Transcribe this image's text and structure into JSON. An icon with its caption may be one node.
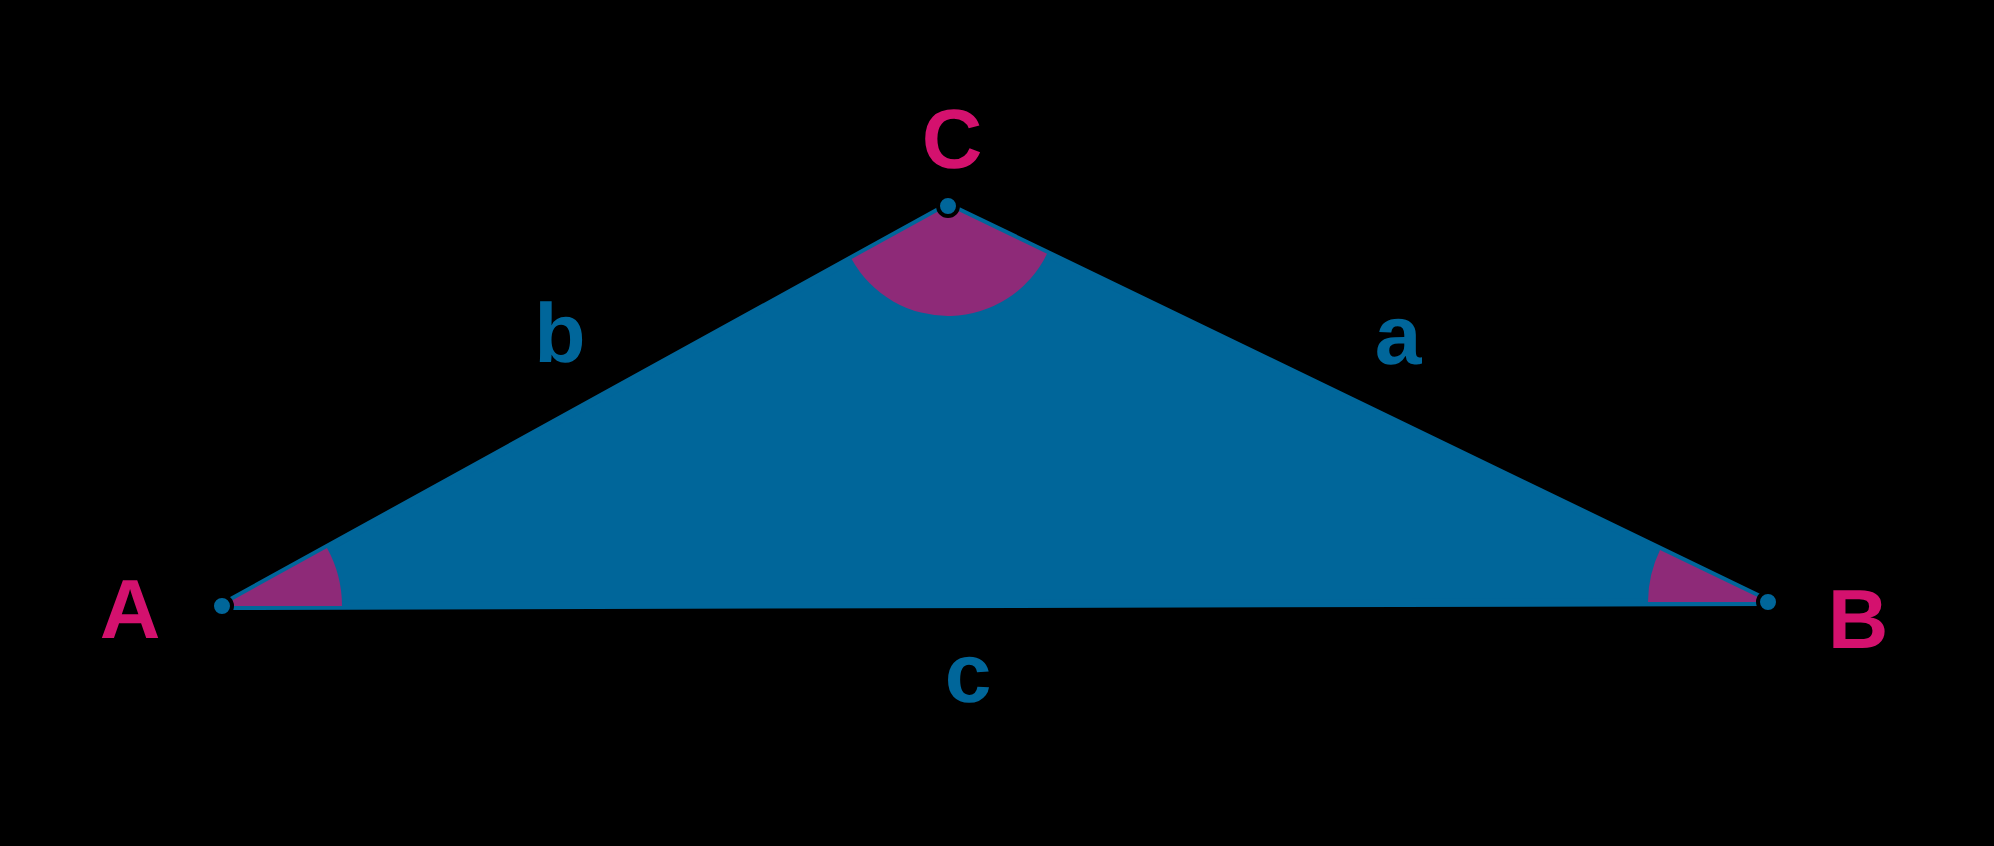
{
  "diagram": {
    "labels": [
      "C",
      "b",
      "a",
      "A",
      "B",
      "c"
    ]
  }
}
